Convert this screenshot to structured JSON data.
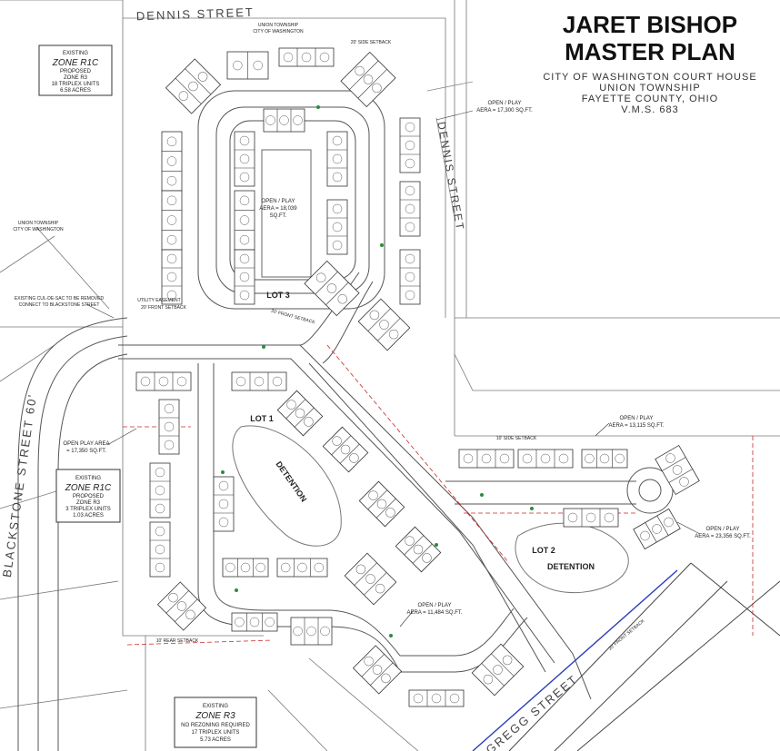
{
  "title": {
    "line1": "JARET BISHOP",
    "line2": "MASTER PLAN",
    "city": "CITY OF WASHINGTON COURT HOUSE",
    "township": "UNION TOWNSHIP",
    "county": "FAYETTE COUNTY, OHIO",
    "vms": "V.M.S. 683"
  },
  "streets": {
    "dennis_top": "DENNIS STREET",
    "dennis_right": "DENNIS STREET",
    "blackstone": "BLACKSTONE STREET 60'",
    "gregg": "GREGG STREET"
  },
  "lots": {
    "lot1": "LOT 1",
    "lot2": "LOT 2",
    "lot3": "LOT 3"
  },
  "detention": {
    "d1": "DETENTION",
    "d2": "DETENTION"
  },
  "zone_top": {
    "l1": "EXISTING",
    "l2": "ZONE R1C",
    "l3": "PROPOSED",
    "l4": "ZONE R3",
    "l5": "18 TRIPLEX UNITS",
    "l6": "6.58 ACRES"
  },
  "zone_mid": {
    "l1": "EXISTING",
    "l2": "ZONE R1C",
    "l3": "PROPOSED",
    "l4": "ZONE R3",
    "l5": "3 TRIPLEX UNITS",
    "l6": "1.03 ACRES"
  },
  "zone_bot": {
    "l1": "EXISTING",
    "l2": "ZONE R3",
    "l3": "NO REZONING REQUIRED",
    "l4": "17 TRIPLEX UNITS",
    "l5": "5.73 ACRES"
  },
  "open_play": {
    "center_l1": "OPEN / PLAY",
    "center_l2": "AERA = 18,039",
    "center_l3": "SQ.FT.",
    "ne_l1": "OPEN / PLAY",
    "ne_l2": "AERA = 17,300 SQ.FT.",
    "left_l1": "OPEN PLAY AREA",
    "left_l2": "= 17,350 SQ.FT.",
    "east_l1": "OPEN / PLAY",
    "east_l2": "AERA = 13,115 SQ.FT.",
    "se_l1": "OPEN / PLAY",
    "se_l2": "AERA = 23,356 SQ.FT.",
    "south_l1": "OPEN / PLAY",
    "south_l2": "AERA = 11,484 SQ.FT."
  },
  "notes": {
    "union_top_1": "UNION TOWNSHIP",
    "union_top_2": "CITY OF WASHINGTON",
    "union_left_1": "UNION TOWNSHIP",
    "union_left_2": "CITY OF WASHINGTON",
    "cul_de_sac_1": "EXISTING CUL-DE-SAC TO BE REMOVED",
    "cul_de_sac_2": "CONNECT TO BLACKSTONE STREET",
    "side_setback_top": "20' SIDE SETBACK",
    "side_setback_east": "10' SIDE SETBACK",
    "front_setback_20": "20' FRONT SETBACK",
    "front_setback_lot3": "20' FRONT SETBACK",
    "front_setback_gregg": "20' FRONT SETBACK",
    "utility_easement": "UTILITY EASEMENT",
    "rear_setback": "10' REAR SETBACK"
  }
}
